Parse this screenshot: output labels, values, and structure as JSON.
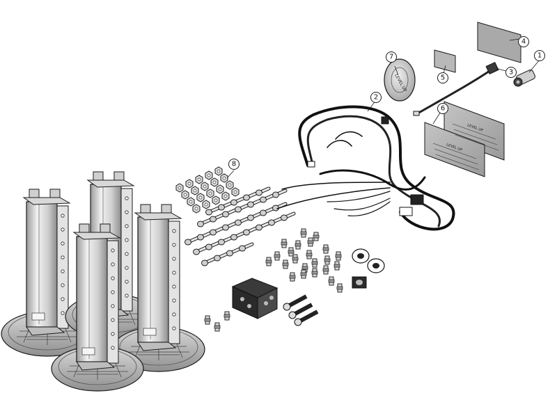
{
  "diagram": {
    "type": "exploded-parts-view",
    "callouts": [
      {
        "id": "1",
        "label": "1"
      },
      {
        "id": "2",
        "label": "2"
      },
      {
        "id": "3",
        "label": "3"
      },
      {
        "id": "4",
        "label": "4"
      },
      {
        "id": "5",
        "label": "5"
      },
      {
        "id": "6",
        "label": "6"
      },
      {
        "id": "7",
        "label": "7"
      },
      {
        "id": "8",
        "label": "8"
      }
    ],
    "decal_text": "LEVEL UP",
    "colors": {
      "line": "#1a1a1a",
      "metal_light": "#e6e6e6",
      "metal_mid": "#b9b9b9",
      "metal_dark": "#8a8a8a",
      "decal_gray": "#a8a8a8",
      "black_part": "#222222"
    }
  }
}
